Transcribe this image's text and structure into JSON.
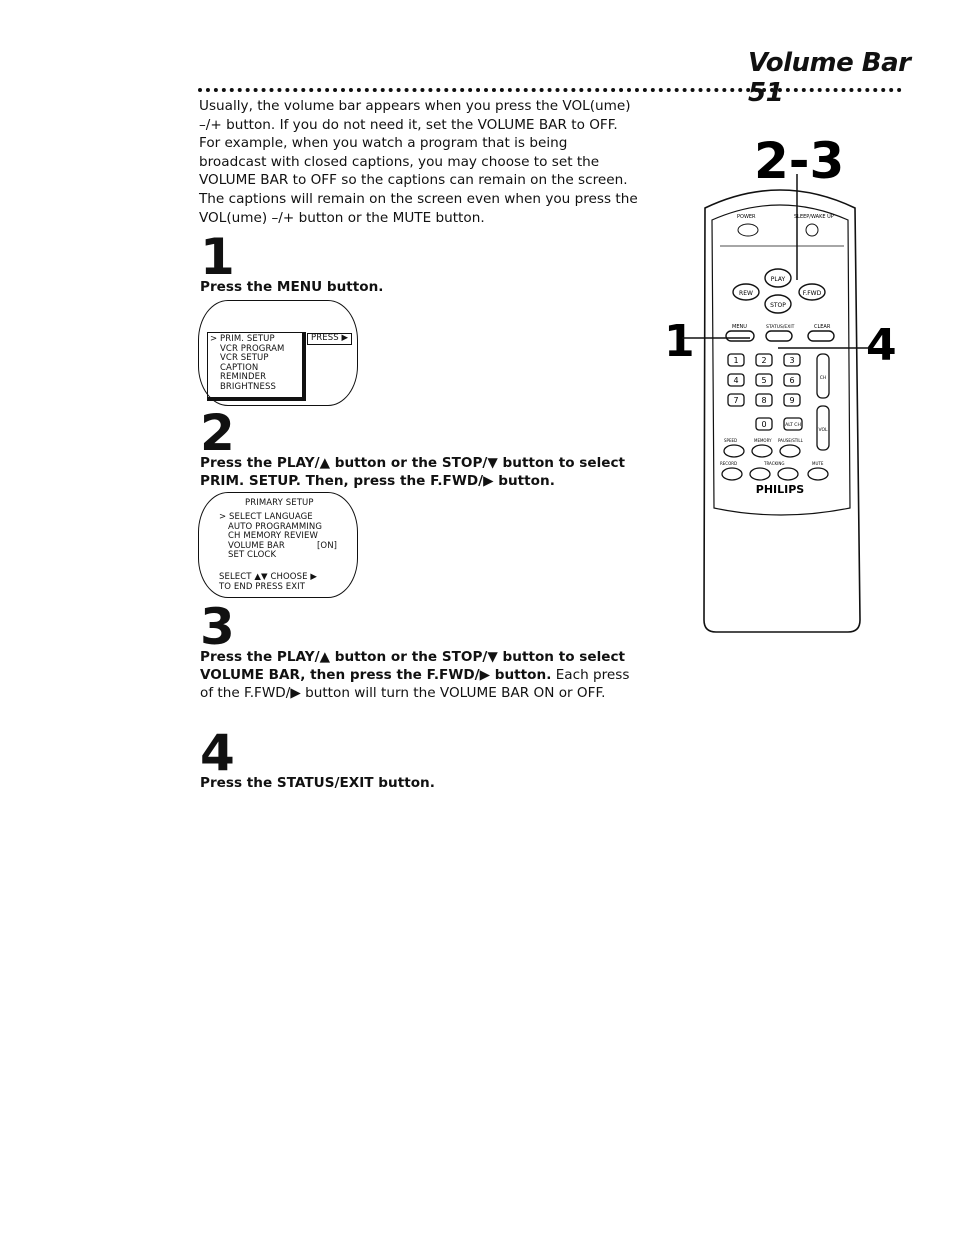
{
  "header": {
    "title": "Volume Bar 51"
  },
  "intro": "Usually, the volume bar appears when you press the VOL(ume) –/+ button. If you do not need it, set the VOLUME BAR to OFF. For example, when you watch a program that is being broadcast with closed captions, you may choose to set the VOLUME BAR to OFF so the captions can remain on the screen. The captions will remain on the screen even when you press the VOL(ume) –/+ button or the MUTE button.",
  "steps": [
    {
      "number": "1",
      "instruction": "Press the MENU button."
    },
    {
      "number": "2",
      "instruction": "Press the PLAY/▲ button or the STOP/▼ button to select PRIM. SETUP. Then, press the F.FWD/▶ button."
    },
    {
      "number": "3",
      "instruction": "Press the PLAY/▲ button or the STOP/▼ button to select VOLUME BAR, then press the F.FWD/▶ button.",
      "note": "Each press of the F.FWD/▶ button will turn the VOLUME BAR ON or OFF."
    },
    {
      "number": "4",
      "instruction": "Press the STATUS/EXIT button."
    }
  ],
  "screen1": {
    "items": [
      "> PRIM. SETUP",
      "VCR PROGRAM",
      "VCR SETUP",
      "CAPTION",
      "REMINDER",
      "BRIGHTNESS"
    ],
    "press_label": "PRESS ▶"
  },
  "screen2": {
    "title": "PRIMARY SETUP",
    "items": [
      "> SELECT LANGUAGE",
      "AUTO PROGRAMMING",
      "CH MEMORY REVIEW",
      "VOLUME BAR",
      "SET CLOCK"
    ],
    "volume_value": "[ON]",
    "footer1": "SELECT ▲▼ CHOOSE ▶",
    "footer2": "TO END PRESS EXIT"
  },
  "remote": {
    "callout_top": "2-3",
    "callout_left": "1",
    "callout_right": "4",
    "brand": "PHILIPS",
    "labels": {
      "power": "POWER",
      "slot": "SLEEP/WAKE UP",
      "play": "PLAY",
      "rew": "REW",
      "ffwd": "F.FWD",
      "stop": "STOP",
      "menu": "MENU",
      "status": "STATUS/EXIT",
      "clear": "CLEAR",
      "digits": [
        "1",
        "2",
        "3",
        "4",
        "5",
        "6",
        "7",
        "8",
        "9",
        "0"
      ],
      "altch": "ALT CH",
      "ch": "CH",
      "vol": "VOL",
      "speed": "SPEED",
      "memory": "MEMORY",
      "pause": "PAUSE/STILL",
      "record": "RECORD",
      "tracking": "TRACKING",
      "mute": "MUTE"
    }
  }
}
